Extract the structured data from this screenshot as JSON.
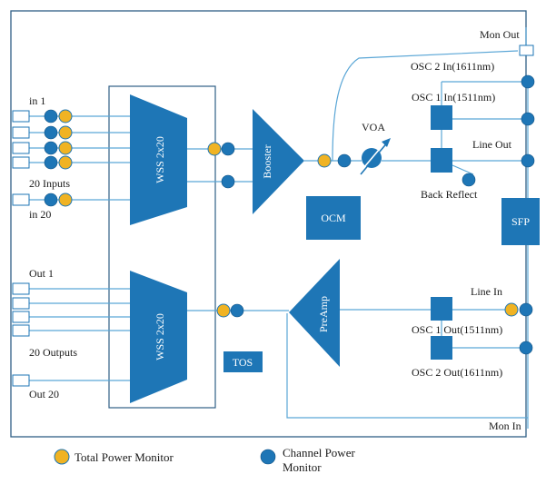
{
  "labels": {
    "in1": "in 1",
    "inputs20": "20 Inputs",
    "in20": "in 20",
    "out1": "Out 1",
    "outputs20": "20 Outputs",
    "out20": "Out 20",
    "mon_out": "Mon Out",
    "mon_in": "Mon In",
    "osc2_in": "OSC 2 In(1611nm)",
    "osc1_in": "OSC 1 In(1511nm)",
    "voa": "VOA",
    "line_out": "Line Out",
    "back_reflect": "Back Reflect",
    "line_in": "Line In",
    "osc1_out": "OSC 1 Out(1511nm)",
    "osc2_out": "OSC 2 Out(1611nm)"
  },
  "blocks": {
    "wss_top": "WSS 2x20",
    "wss_bottom": "WSS 2x20",
    "booster": "Booster",
    "preamp": "PreAmp",
    "ocm": "OCM",
    "tos": "TOS",
    "sfp": "SFP"
  },
  "legend": {
    "total_power": "Total Power Monitor",
    "channel_power_line1": "Channel Power",
    "channel_power_line2": "Monitor"
  },
  "colors": {
    "block_blue": "#1e76b6",
    "line_blue": "#5aa6d6",
    "monitor_gold": "#f0b323"
  }
}
